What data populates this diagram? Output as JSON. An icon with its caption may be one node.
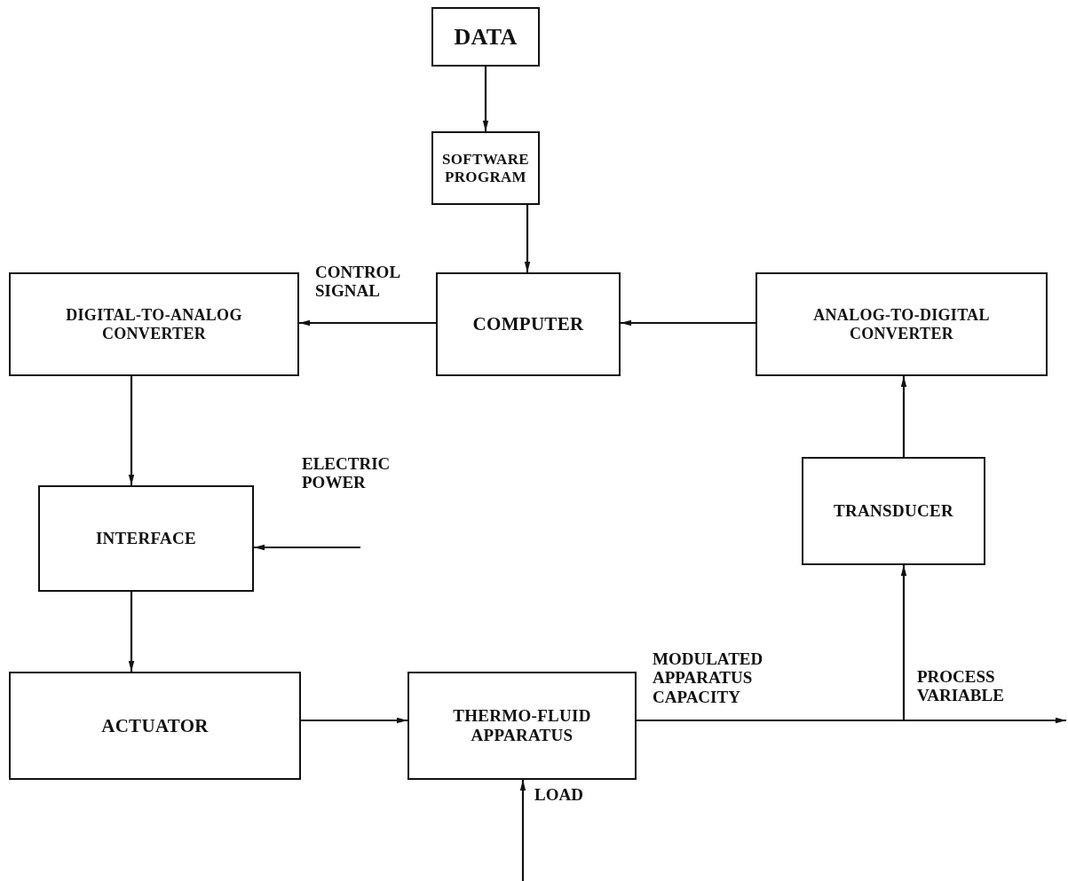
{
  "diagram": {
    "nodes": [
      {
        "text": [
          "DATA"
        ]
      },
      {
        "text": [
          "SOFTWARE PROGRAM"
        ]
      },
      {
        "text": [
          "COMPUTER"
        ]
      },
      {
        "text": [
          "DIGITAL-TO-ANALOG CONVERTER"
        ]
      },
      {
        "text": [
          "ANALOG-TO-DIGITAL CONVERTER"
        ]
      },
      {
        "text": [
          "INTERFACE"
        ]
      },
      {
        "text": [
          "TRANSDUCER"
        ]
      },
      {
        "text": [
          "ACTUATOR"
        ]
      },
      {
        "text": [
          "THERMO-FLUID APPARATUS"
        ]
      }
    ],
    "edges": [
      {
        "from": 0,
        "to": 1,
        "arrow": "to"
      },
      {
        "from": 1,
        "to": 2,
        "arrow": "to"
      },
      {
        "from": 2,
        "to": 3,
        "arrow": "to",
        "label": "CONTROL SIGNAL"
      },
      {
        "from": 4,
        "to": 2,
        "arrow": "to"
      },
      {
        "from": 3,
        "to": 5,
        "arrow": "to"
      },
      {
        "from": null,
        "to": 5,
        "arrow": "to",
        "label": "ELECTRIC POWER"
      },
      {
        "from": 5,
        "to": 7,
        "arrow": "to"
      },
      {
        "from": 7,
        "to": 8,
        "arrow": "to"
      },
      {
        "from": 8,
        "to": null,
        "arrow": "to",
        "label": "MODULATED APPARATUS CAPACITY"
      },
      {
        "from": 8,
        "to": 6,
        "arrow": "to",
        "label": "PROCESS VARIABLE"
      },
      {
        "from": 6,
        "to": 4,
        "arrow": "to"
      },
      {
        "from": null,
        "to": 8,
        "arrow": "to",
        "label": "LOAD"
      }
    ]
  }
}
